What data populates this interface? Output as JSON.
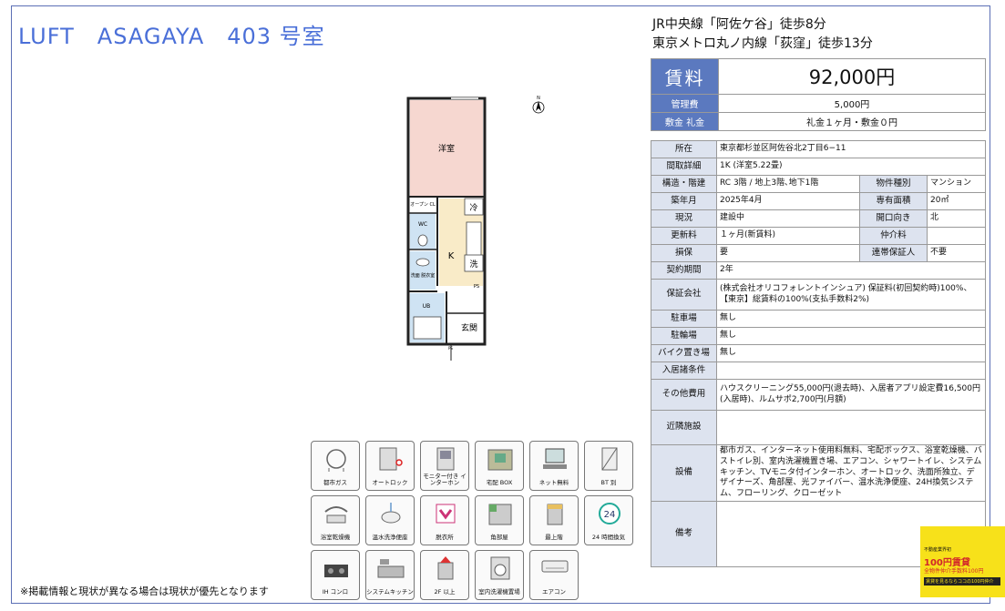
{
  "property": {
    "title": "LUFT　ASAGAYA　403 号室",
    "station_1": "JR中央線「阿佐ケ谷」徒歩8分",
    "station_2": "東京メトロ丸ノ内線「荻窪」徒歩13分"
  },
  "rent": {
    "rent_label": "賃料",
    "rent_value": "92,000円",
    "fee_label": "管理費",
    "fee_value": "5,000円",
    "deposit_label": "敷金 礼金",
    "deposit_value": "礼金１ヶ月・敷金０円"
  },
  "details": {
    "address_label": "所在",
    "address": "東京都杉並区阿佐谷北2丁目6−11",
    "layout_label": "間取詳細",
    "layout": "1K (洋室5.22畳)",
    "structure_label": "構造・階建",
    "structure": "RC 3階 / 地上3階､地下1階",
    "type_label": "物件種別",
    "type": "マンション",
    "built_label": "築年月",
    "built": "2025年4月",
    "area_label": "専有面積",
    "area": "20㎡",
    "status_label": "現況",
    "status": "建設中",
    "facing_label": "開口向き",
    "facing": "北",
    "renewal_label": "更新料",
    "renewal": "１ヶ月(新賃料)",
    "broker_label": "仲介料",
    "broker": "",
    "insurance_label": "損保",
    "insurance": "要",
    "guarantor_label": "連帯保証人",
    "guarantor": "不要",
    "term_label": "契約期間",
    "term": "2年",
    "guarantee_label": "保証会社",
    "guarantee": "(株式会社オリコフォレントインシュア) 保証料(初回契約時)100%、【東京】総賃料の100%(支払手数料2%)",
    "parking_label": "駐車場",
    "parking": "無し",
    "bicycle_label": "駐輪場",
    "bicycle": "無し",
    "bike_label": "バイク置き場",
    "bike": "無し",
    "conditions_label": "入居諸条件",
    "conditions": "",
    "other_label": "その他費用",
    "other": "ハウスクリーニング55,000円(退去時)、入居者アプリ設定費16,500円(入居時)、ルムサポ2,700円(月額)",
    "nearby_label": "近隣施設",
    "nearby": "",
    "equipment_label": "設備",
    "equipment": "都市ガス、インターネット使用料無料、宅配ボックス、浴室乾燥機、バストイレ別、室内洗濯機置き場、エアコン、シャワートイレ、システムキッチン、TVモニタ付インターホン、オートロック、洗面所独立、デザイナーズ、角部屋、光ファイバー、温水洗浄便座、24H換気システム、フローリング、クローゼット",
    "remarks_label": "備考",
    "remarks": ""
  },
  "floorplan": {
    "compass": "N",
    "room_western": "洋室",
    "closet": "オープン CL",
    "fridge": "冷",
    "wc": "WC",
    "kitchen": "K",
    "washer": "洗",
    "vanity": "洗面 脱衣室",
    "ps": "PS",
    "ub": "UB",
    "entrance": "玄関",
    "ps2": "PS"
  },
  "features": [
    {
      "label": "都市ガス",
      "icon": "gas-tank-icon"
    },
    {
      "label": "オートロック",
      "icon": "auto-lock-icon"
    },
    {
      "label": "モニター付き インターホン",
      "icon": "intercom-icon"
    },
    {
      "label": "宅配 BOX",
      "icon": "delivery-box-icon"
    },
    {
      "label": "ネット無料",
      "icon": "computer-icon"
    },
    {
      "label": "BT 別",
      "icon": "bath-toilet-icon"
    },
    {
      "label": "浴室乾燥機",
      "icon": "bath-dryer-icon"
    },
    {
      "label": "温水洗浄便座",
      "icon": "washlet-icon"
    },
    {
      "label": "脱衣所",
      "icon": "dressing-room-icon"
    },
    {
      "label": "角部屋",
      "icon": "corner-room-icon"
    },
    {
      "label": "最上階",
      "icon": "top-floor-icon"
    },
    {
      "label": "24 時間換気",
      "icon": "ventilation-icon"
    },
    {
      "label": "IH コンロ",
      "icon": "ih-stove-icon"
    },
    {
      "label": "システムキッチン",
      "icon": "kitchen-icon"
    },
    {
      "label": "2F 以上",
      "icon": "second-floor-icon"
    },
    {
      "label": "室内洗濯機置場",
      "icon": "washing-machine-icon"
    },
    {
      "label": "エアコン",
      "icon": "air-conditioner-icon"
    }
  ],
  "notice": "※掲載情報と現状が異なる場合は現状が優先となります",
  "ad": {
    "line1": "不動産業界初",
    "line2": "100円賃貸",
    "line3": "全物件仲介手数料100円",
    "line4": "賃貸を見るならココの100円仲介"
  },
  "colors": {
    "title": "#4a6fd8",
    "header_blue": "#5b79bf",
    "label_bg": "#dde3ef",
    "room_pink": "#f6d7d0",
    "bath_blue": "#cfe3f3",
    "kitchen_yellow": "#f9ebc8",
    "ad_yellow": "#f7e11a"
  }
}
